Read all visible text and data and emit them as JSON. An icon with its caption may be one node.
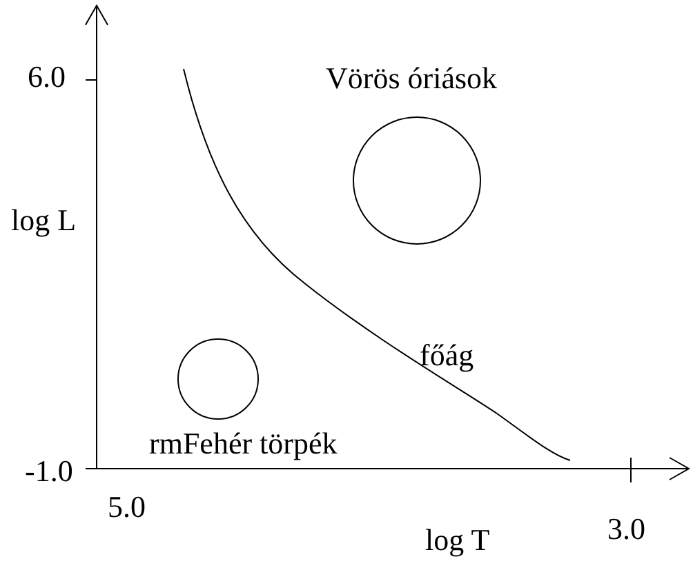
{
  "diagram": {
    "nodes": [
      {
        "text": [],
        "shape": "circle",
        "beside": [
          "Vörös óriások"
        ]
      },
      {
        "text": [],
        "shape": "circle",
        "beside": [
          "rmFehér törpék"
        ]
      }
    ],
    "labels": [
      "6.0",
      "log L",
      "főág",
      "-1.0",
      "5.0",
      "3.0",
      "log T"
    ]
  }
}
